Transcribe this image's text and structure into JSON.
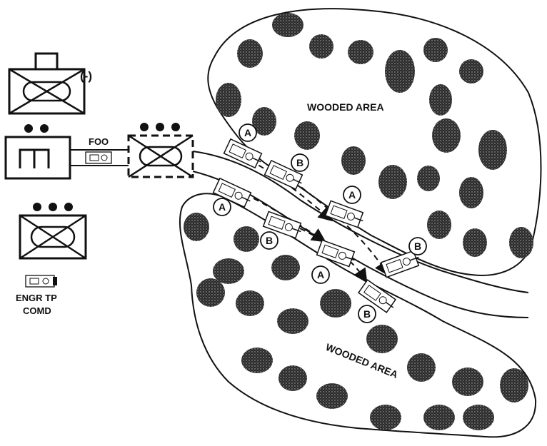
{
  "labels": {
    "wooded_area_north": "WOODED AREA",
    "wooded_area_south": "WOODED AREA",
    "foo": "FOO",
    "reduced": "(-)",
    "engr_tp": "ENGR TP",
    "comd": "COMD"
  },
  "vehicle_markers": [
    "A",
    "B",
    "A",
    "A",
    "B",
    "B",
    "A",
    "B"
  ],
  "colors": {
    "ink": "#111111",
    "tree_fill": "#1a1a1a",
    "background": "#ffffff"
  },
  "icons": {
    "unit_symbol": "armor-unit-symbol",
    "headquarters_symbol": "headquarters-symbol",
    "vehicle": "tracked-vehicle-icon",
    "tree": "tree-canopy-icon"
  }
}
